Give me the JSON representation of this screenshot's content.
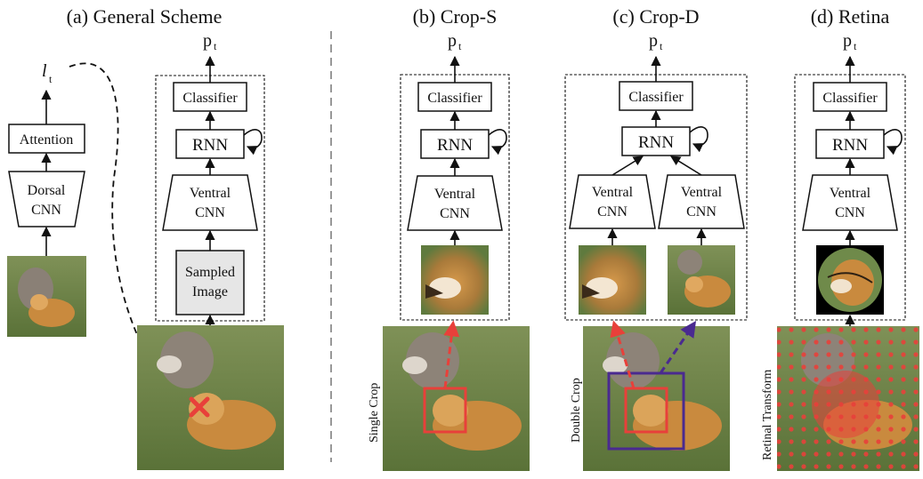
{
  "panels": {
    "general": {
      "title": "(a) General Scheme",
      "location_symbol": "l",
      "location_sub": "t",
      "attention": "Attention",
      "dorsal": [
        "Dorsal",
        "CNN"
      ],
      "classifier": "Classifier",
      "rnn": "RNN",
      "ventral": [
        "Ventral",
        "CNN"
      ],
      "sampled": [
        "Sampled",
        "Image"
      ],
      "output_symbol": "p",
      "output_sub": "t"
    },
    "crop_s": {
      "title": "(b) Crop-S",
      "classifier": "Classifier",
      "rnn": "RNN",
      "ventral": [
        "Ventral",
        "CNN"
      ],
      "side_label": "Single Crop",
      "output_symbol": "p",
      "output_sub": "t"
    },
    "crop_d": {
      "title": "(c) Crop-D",
      "classifier": "Classifier",
      "rnn": "RNN",
      "ventral_left": [
        "Ventral",
        "CNN"
      ],
      "ventral_right": [
        "Ventral",
        "CNN"
      ],
      "side_label": "Double Crop",
      "output_symbol": "p",
      "output_sub": "t"
    },
    "retina": {
      "title": "(d) Retina",
      "classifier": "Classifier",
      "rnn": "RNN",
      "ventral": [
        "Ventral",
        "CNN"
      ],
      "side_label": "Retinal Transform",
      "output_symbol": "p",
      "output_sub": "t"
    }
  },
  "colors": {
    "crop_red": "#e8403a",
    "crop_purple": "#4a2a90",
    "sampled_fill": "#e6e6e6",
    "grass": "#6f8a4a",
    "fox": "#c98a3e"
  }
}
